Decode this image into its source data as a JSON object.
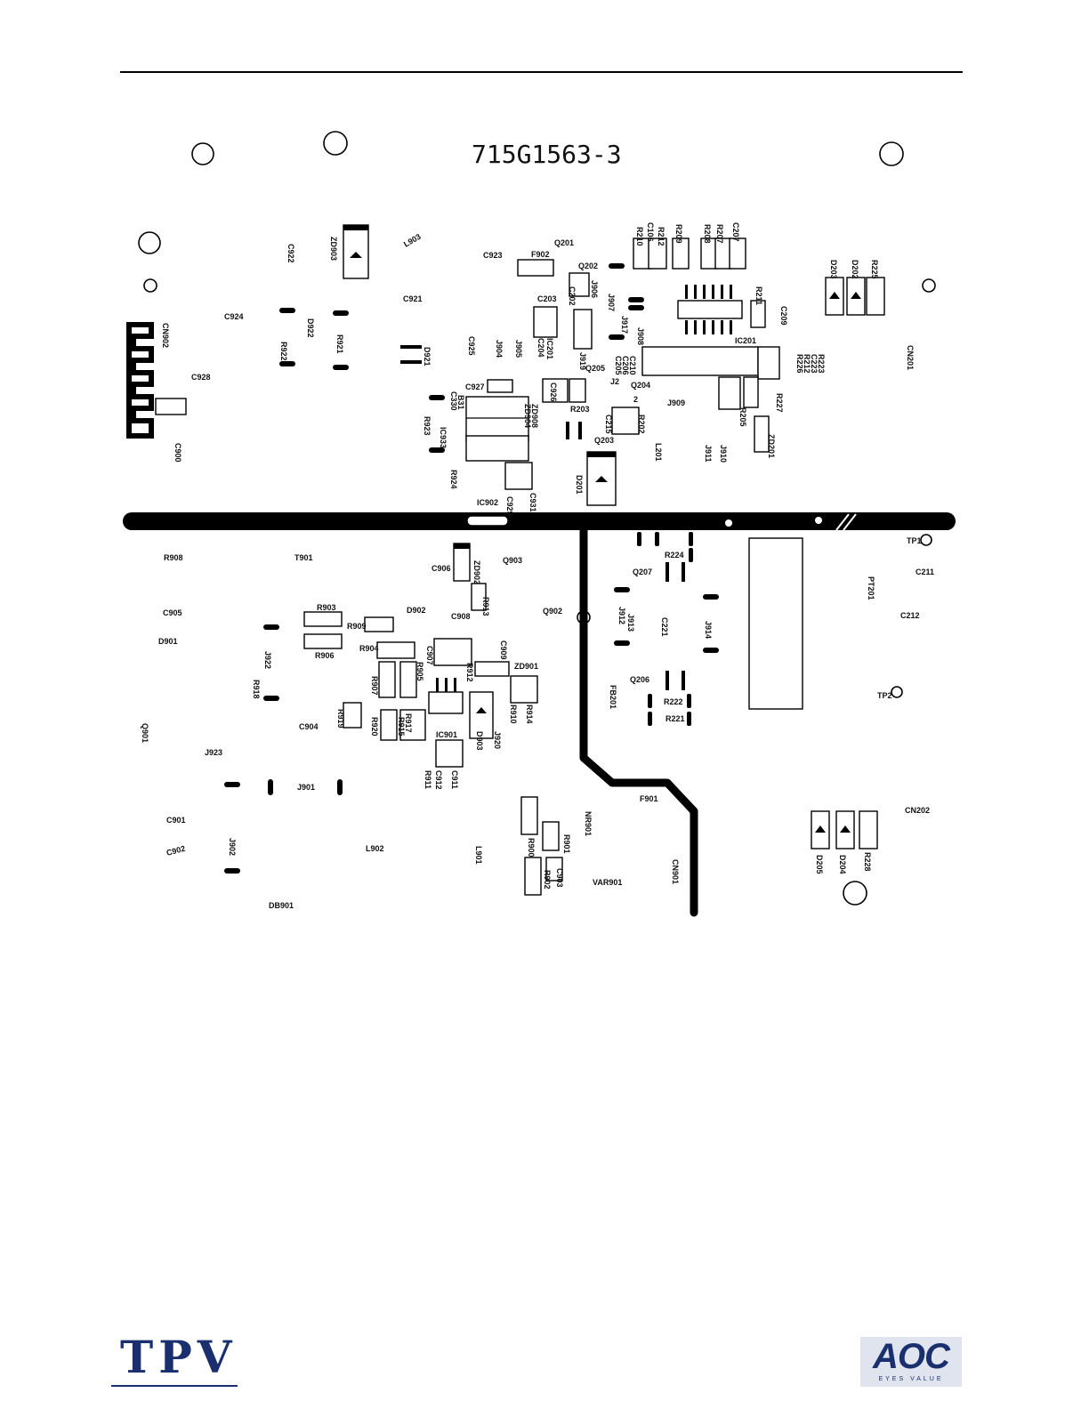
{
  "board": {
    "title": "715G1563-3",
    "labels": [
      "C922",
      "ZD903",
      "L903",
      "C923",
      "F902",
      "Q201",
      "Q202",
      "C202",
      "J906",
      "R210",
      "R212",
      "C106",
      "R209",
      "R208",
      "R207",
      "C207",
      "D203",
      "D202",
      "R225",
      "C924",
      "D922",
      "R921",
      "R922",
      "C921",
      "C203",
      "J907",
      "J917",
      "R211",
      "C209",
      "CN902",
      "C928",
      "D921",
      "C925",
      "J904",
      "J905",
      "IC201",
      "C204",
      "J919",
      "J908",
      "IC201",
      "CN201",
      "C926",
      "C927",
      "B31",
      "C330",
      "ZD908",
      "ZD904",
      "Q205",
      "C210",
      "C206",
      "C205",
      "J2",
      "Q204",
      "2",
      "R223",
      "C223",
      "R212",
      "R226",
      "C900",
      "R923",
      "IC933",
      "R203",
      "R202",
      "J909",
      "C215",
      "Q203",
      "R227",
      "R205",
      "ZD201",
      "R924",
      "L201",
      "J911",
      "J910",
      "C929",
      "C931",
      "IC902",
      "D201",
      "R908",
      "T901",
      "C906",
      "ZD902",
      "Q903",
      "R224",
      "Q207",
      "TP1",
      "C211",
      "PT201",
      "C905",
      "R903",
      "R909",
      "D902",
      "R913",
      "C908",
      "Q902",
      "J912",
      "J913",
      "C221",
      "J914",
      "C212",
      "D901",
      "R906",
      "R904",
      "J922",
      "C907",
      "C909",
      "ZD901",
      "R912",
      "R905",
      "R907",
      "R918",
      "R919",
      "R920",
      "IC901",
      "Q206",
      "FB201",
      "R222",
      "R221",
      "TP2",
      "C904",
      "D903",
      "R910",
      "J920",
      "R914",
      "Q901",
      "R917",
      "R915",
      "R911",
      "C912",
      "C911",
      "J923",
      "J901",
      "F901",
      "CN202",
      "C901",
      "J902",
      "C902",
      "L902",
      "L901",
      "NR901",
      "R900",
      "R901",
      "C903",
      "R902",
      "VAR901",
      "CN901",
      "D205",
      "D204",
      "R228",
      "DB901"
    ]
  },
  "logos": {
    "left": "TPV",
    "right": "AOC",
    "right_tagline": "EYES VALUE"
  }
}
